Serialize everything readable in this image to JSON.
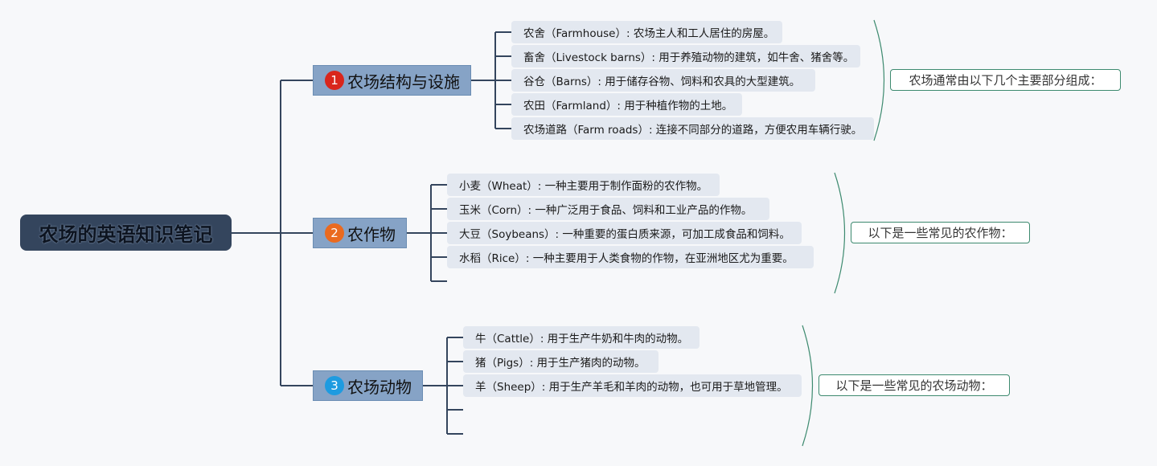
{
  "root": {
    "title": "农场的英语知识笔记"
  },
  "branches": [
    {
      "number": "1",
      "label": "农场结构与设施",
      "color": "#d9261c",
      "summary": "农场通常由以下几个主要部分组成：",
      "items": [
        "农舍（Farmhouse）: 农场主人和工人居住的房屋。",
        "畜舍（Livestock barns）: 用于养殖动物的建筑，如牛舍、猪舍等。",
        "谷仓（Barns）: 用于储存谷物、饲料和农具的大型建筑。",
        "农田（Farmland）: 用于种植作物的土地。",
        "农场道路（Farm roads）: 连接不同部分的道路，方便农用车辆行驶。"
      ]
    },
    {
      "number": "2",
      "label": "农作物",
      "color": "#ea6a1f",
      "summary": "以下是一些常见的农作物：",
      "items": [
        "小麦（Wheat）: 一种主要用于制作面粉的农作物。",
        "玉米（Corn）: 一种广泛用于食品、饲料和工业产品的作物。",
        "大豆（Soybeans）: 一种重要的蛋白质来源，可加工成食品和饲料。",
        "水稻（Rice）: 一种主要用于人类食物的作物，在亚洲地区尤为重要。"
      ]
    },
    {
      "number": "3",
      "label": "农场动物",
      "color": "#1e9be0",
      "summary": "以下是一些常见的农场动物：",
      "items": [
        "牛（Cattle）: 用于生产牛奶和牛肉的动物。",
        "猪（Pigs）: 用于生产猪肉的动物。",
        "羊（Sheep）: 用于生产羊毛和羊肉的动物，也可用于草地管理。"
      ]
    }
  ]
}
